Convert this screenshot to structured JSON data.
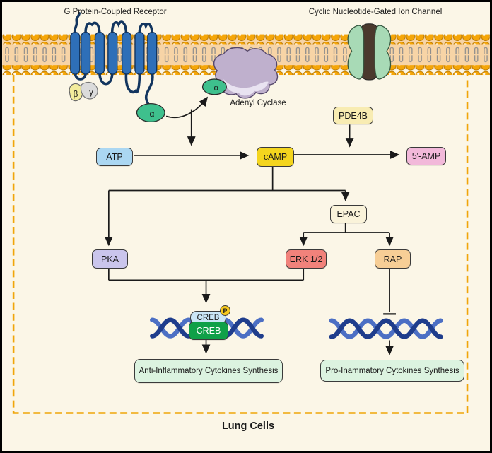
{
  "titles": {
    "gpcr": "G Protein-Coupled Receptor",
    "ion_channel": "Cyclic Nucleotide-Gated Ion Channel",
    "adenyl_cyclase": "Adenyl Cyclase",
    "lung_cells": "Lung Cells"
  },
  "subunits": {
    "alpha_free": "α",
    "alpha_cyclase": "α",
    "beta": "β",
    "gamma": "γ"
  },
  "nodes": {
    "atp": "ATP",
    "camp": "cAMP",
    "five_amp": "5'-AMP",
    "pde4b": "PDE4B",
    "epac": "EPAC",
    "pka": "PKA",
    "erk": "ERK 1/2",
    "rap": "RAP",
    "creb_phospho": "CREB",
    "creb_gene": "CREB",
    "phosphate": "P",
    "anti_synthesis": "Anti-Inflammatory Cytokines Synthesis",
    "pro_synthesis": "Pro-Inammatory Cytokines Synthesis"
  },
  "colors": {
    "background": "#FBF6E7",
    "membrane_band": "#F7D4A6",
    "lipid_head": "#F5A609",
    "helix_blue": "#2E6FB8",
    "loop_navy": "#12355F",
    "alpha_green": "#3EC08D",
    "beta_yellow": "#F3EC9C",
    "gamma_gray": "#DBDBDB",
    "cyclase_purple": "#BFB0CD",
    "channel_green": "#A8DAB6",
    "atp_blue": "#ABD7F2",
    "camp_yellow": "#F4D51E",
    "amp_pink": "#F2B9DA",
    "pde4b_cream": "#F8ECB2",
    "epac_cream": "#FAF3DA",
    "pka_lavender": "#CAC5EC",
    "erk_salmon": "#F1827B",
    "rap_peach": "#F7CE96",
    "creb_lightblue": "#CBE6F6",
    "creb_green": "#0FA048",
    "phosphate_yellow": "#F6C81E",
    "synthesis_green": "#DCF3E0",
    "dna_dark": "#1F3D8C",
    "dna_light": "#4C6FC4",
    "cell_border_orange": "#F0A50A"
  }
}
